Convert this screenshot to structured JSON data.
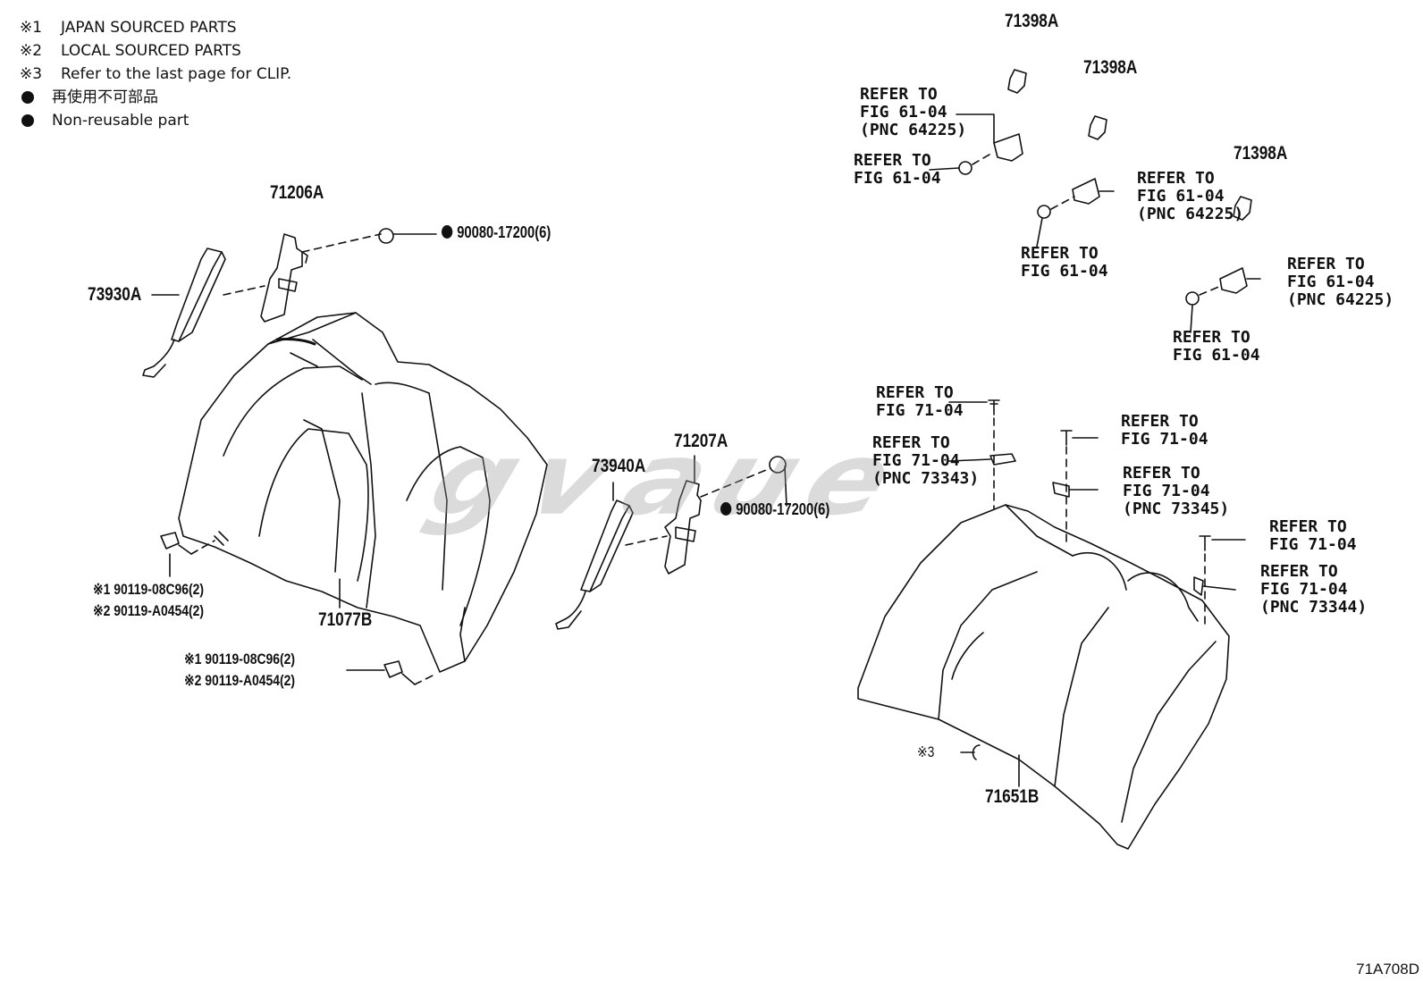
{
  "legend": {
    "items": [
      {
        "mark": "※1",
        "text": "JAPAN SOURCED PARTS"
      },
      {
        "mark": "※2",
        "text": "LOCAL SOURCED PARTS"
      },
      {
        "mark": "※3",
        "text": "Refer to the last page for CLIP."
      },
      {
        "mark": "dot",
        "text": "再使用不可部品"
      },
      {
        "mark": "dot",
        "text": "Non-reusable part"
      }
    ]
  },
  "parts": {
    "p71398a_1": "71398A",
    "p71398a_2": "71398A",
    "p71398a_3": "71398A",
    "p71206a": "71206A",
    "p73930a": "73930A",
    "p90080_a": "90080-17200(6)",
    "p71207a": "71207A",
    "p73940a": "73940A",
    "p90080_b": "90080-17200(6)",
    "p71077b": "71077B",
    "p71651b": "71651B",
    "bolt1_l1": "※1 90119-08C96(2)",
    "bolt1_l2": "※2 90119-A0454(2)",
    "bolt2_l1": "※1 90119-08C96(2)",
    "bolt2_l2": "※2 90119-A0454(2)",
    "clip_ref": "※3"
  },
  "refs": {
    "r1": "REFER TO\nFIG 61-04\n(PNC 64225)",
    "r2": "REFER TO\nFIG 61-04",
    "r3": "REFER TO\nFIG 61-04\n(PNC 64225)",
    "r4": "REFER TO\nFIG 61-04",
    "r5": "REFER TO\nFIG 61-04\n(PNC 64225)",
    "r6": "REFER TO\nFIG 61-04",
    "r7": "REFER TO\nFIG 71-04",
    "r8": "REFER TO\nFIG 71-04\n(PNC 73343)",
    "r9": "REFER TO\nFIG 71-04",
    "r10": "REFER TO\nFIG 71-04\n(PNC 73345)",
    "r11": "REFER TO\nFIG 71-04",
    "r12": "REFER TO\nFIG 71-04\n(PNC 73344)"
  },
  "watermark": "ᵍᵛᵃᵘᵉ",
  "footer": "71A708D"
}
